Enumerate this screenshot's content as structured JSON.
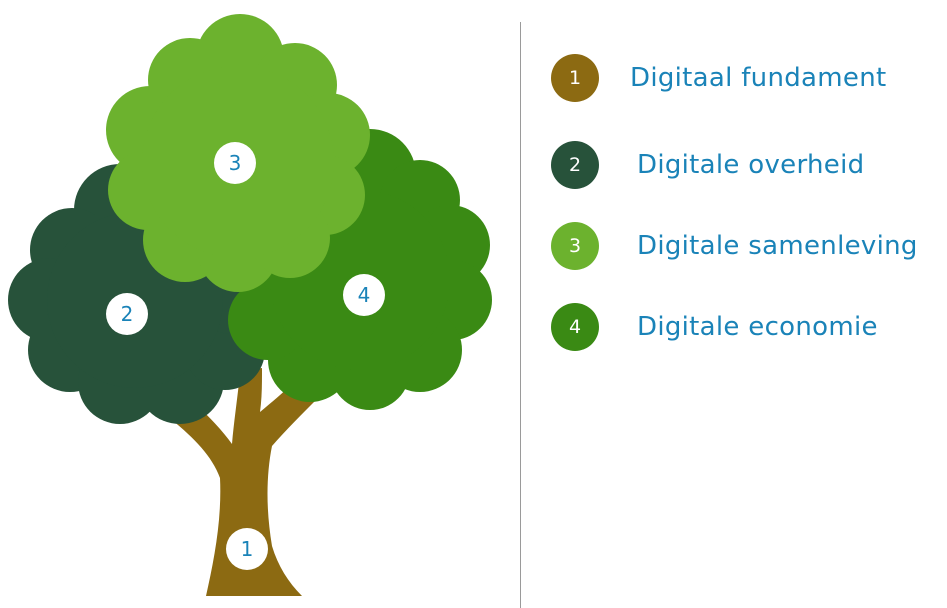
{
  "tree": {
    "trunk_number": "1",
    "crown_left_number": "2",
    "crown_top_number": "3",
    "crown_right_number": "4"
  },
  "legend": {
    "items": [
      {
        "number": "1",
        "label": "Digitaal fundament",
        "color": "#8c6a12"
      },
      {
        "number": "2",
        "label": "Digitale overheid",
        "color": "#27523a"
      },
      {
        "number": "3",
        "label": "Digitale samenleving",
        "color": "#6cb22e"
      },
      {
        "number": "4",
        "label": "Digitale economie",
        "color": "#3a8a14"
      }
    ]
  },
  "colors": {
    "trunk": "#8c6a12",
    "crown_left": "#27523a",
    "crown_top": "#6cb22e",
    "crown_right": "#3a8a14",
    "text_accent": "#1a83b8",
    "divider": "#9a9a9a"
  }
}
